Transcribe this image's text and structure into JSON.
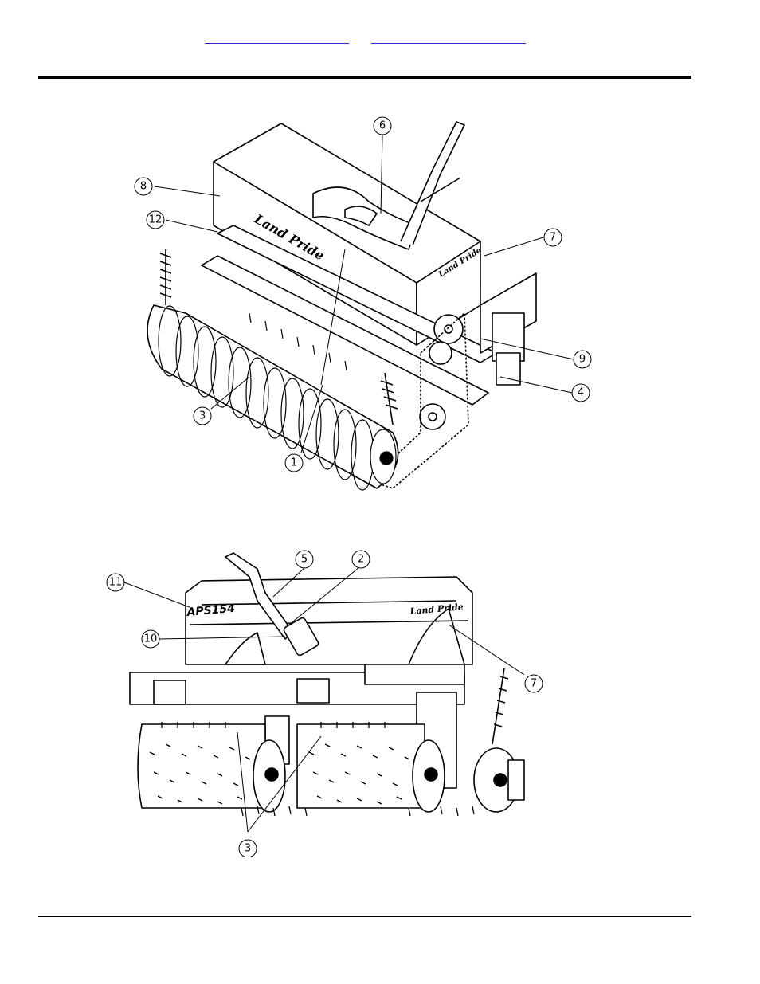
{
  "header": {
    "links": [
      {
        "text": ""
      },
      {
        "text": ""
      }
    ]
  },
  "figure_top": {
    "logo_text": "Land Pride",
    "callouts": [
      "6",
      "8",
      "12",
      "7",
      "9",
      "4",
      "3",
      "1"
    ]
  },
  "figure_bottom": {
    "model_text": "APS154",
    "logo_text": "Land Pride",
    "callouts": [
      "5",
      "2",
      "11",
      "10",
      "7",
      "3"
    ]
  }
}
